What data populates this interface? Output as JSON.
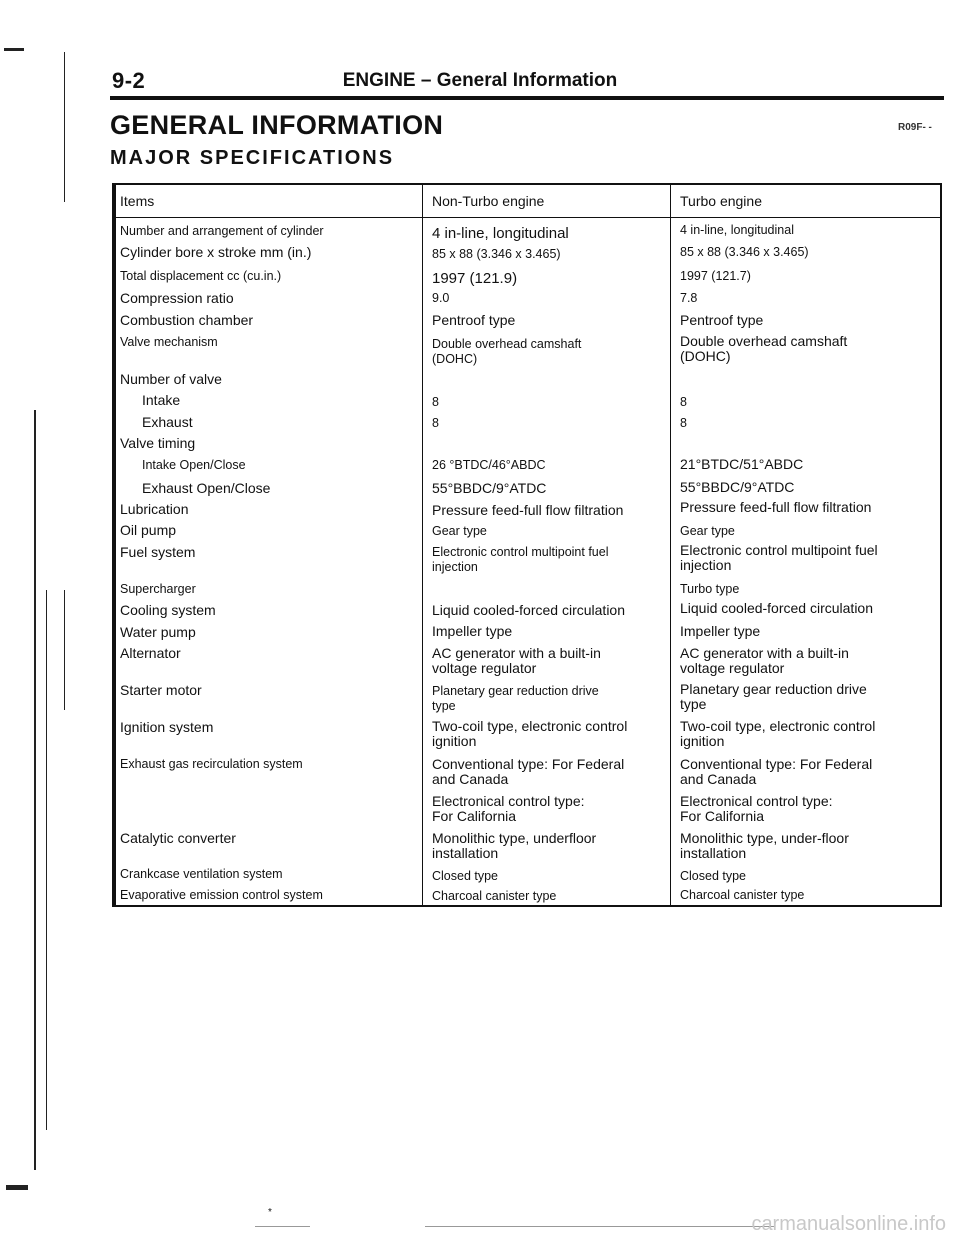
{
  "header": {
    "page_number": "9-2",
    "section": "ENGINE – General Information"
  },
  "title": "GENERAL INFORMATION",
  "section_code": "R09F- -",
  "subtitle": "MAJOR SPECIFICATIONS",
  "table": {
    "headers": [
      "Items",
      "Non-Turbo engine",
      "Turbo engine"
    ],
    "rows": [
      {
        "item": "Number and arrangement of cylinder",
        "non_turbo": "4 in-line, longitudinal",
        "turbo": "4 in-line, longitudinal"
      },
      {
        "item": "Cylinder bore x stroke     mm (in.)",
        "non_turbo": "85 x 88 (3.346 x 3.465)",
        "turbo": "85 x 88 (3.346 x 3.465)"
      },
      {
        "item": "Total displacement     cc (cu.in.)",
        "non_turbo": "1997 (121.9)",
        "turbo": "1997 (121.7)"
      },
      {
        "item": "Compression ratio",
        "non_turbo": "9.0",
        "turbo": "7.8"
      },
      {
        "item": "Combustion chamber",
        "non_turbo": "Pentroof type",
        "turbo": "Pentroof type"
      },
      {
        "item": "Valve mechanism",
        "non_turbo": "Double overhead camshaft\n(DOHC)",
        "turbo": "Double overhead camshaft\n(DOHC)"
      },
      {
        "item": "Number of valve",
        "non_turbo": "",
        "turbo": ""
      },
      {
        "item": "Intake",
        "non_turbo": "8",
        "turbo": "8"
      },
      {
        "item": "Exhaust",
        "non_turbo": "8",
        "turbo": "8"
      },
      {
        "item": "Valve timing",
        "non_turbo": "",
        "turbo": ""
      },
      {
        "item": "Intake     Open/Close",
        "non_turbo": "26 °BTDC/46°ABDC",
        "turbo": "21°BTDC/51°ABDC"
      },
      {
        "item": "Exhaust  Open/Close",
        "non_turbo": "55°BBDC/9°ATDC",
        "turbo": "55°BBDC/9°ATDC"
      },
      {
        "item": "Lubrication",
        "non_turbo": "Pressure feed-full flow filtration",
        "turbo": "Pressure feed-full flow filtration"
      },
      {
        "item": "Oil pump",
        "non_turbo": "Gear type",
        "turbo": "Gear type"
      },
      {
        "item": "Fuel system",
        "non_turbo": "Electronic control multipoint fuel\ninjection",
        "turbo": "Electronic control multipoint fuel\ninjection"
      },
      {
        "item": "Supercharger",
        "non_turbo": "",
        "turbo": "Turbo type"
      },
      {
        "item": "Cooling system",
        "non_turbo": "Liquid cooled-forced circulation",
        "turbo": "Liquid cooled-forced circulation"
      },
      {
        "item": "Water pump",
        "non_turbo": "Impeller type",
        "turbo": "Impeller type"
      },
      {
        "item": "Alternator",
        "non_turbo": "AC generator with a built-in\nvoltage regulator",
        "turbo": "AC generator with a built-in\nvoltage regulator"
      },
      {
        "item": "Starter motor",
        "non_turbo": "Planetary gear reduction drive\ntype",
        "turbo": "Planetary gear reduction drive\ntype"
      },
      {
        "item": "Ignition system",
        "non_turbo": "Two-coil type, electronic control\nignition",
        "turbo": "Two-coil type, electronic control\nignition"
      },
      {
        "item": "Exhaust gas recirculation system",
        "non_turbo": "Conventional type: For Federal\nand Canada",
        "turbo": "Conventional type: For Federal\nand Canada"
      },
      {
        "item": "",
        "non_turbo": "Electronical control type:\nFor California",
        "turbo": "Electronical control type:\nFor California"
      },
      {
        "item": "Catalytic converter",
        "non_turbo": "Monolithic type, underfloor\ninstallation",
        "turbo": "Monolithic type, under-floor\ninstallation"
      },
      {
        "item": "Crankcase ventilation system",
        "non_turbo": "Closed type",
        "turbo": "Closed type"
      },
      {
        "item": "Evaporative emission control system",
        "non_turbo": "Charcoal canister type",
        "turbo": "Charcoal canister type"
      }
    ]
  },
  "footer": {
    "watermark": "carmanualsonline.info",
    "mark": "*"
  }
}
